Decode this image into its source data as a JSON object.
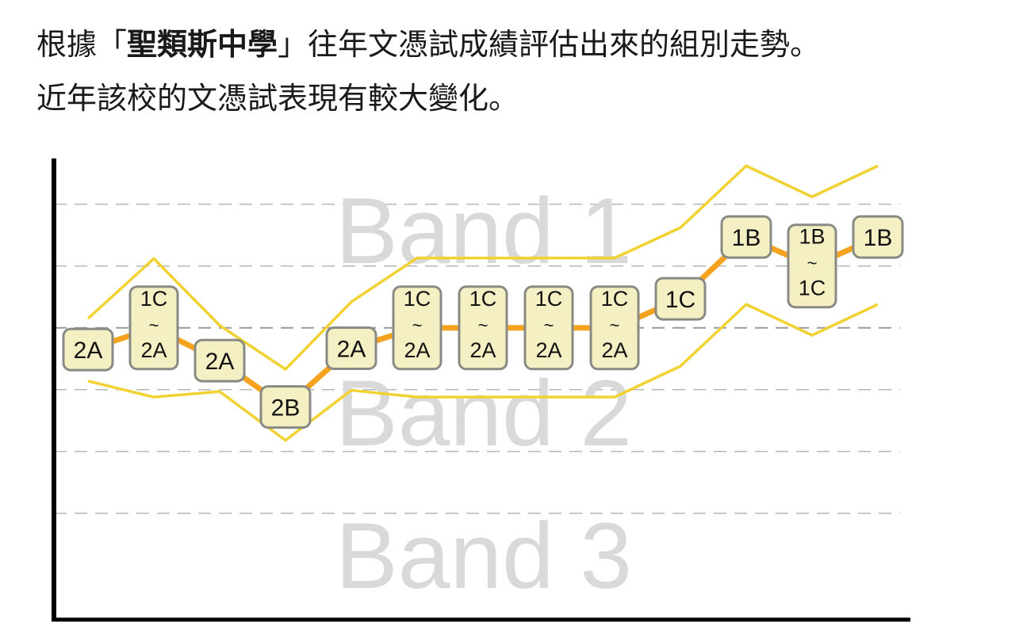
{
  "text": {
    "line1_prefix": "根據「",
    "school_name": "聖類斯中學",
    "line1_suffix": "」往年文憑試成績評估出來的組別走勢。",
    "line2": "近年該校的文憑試表現有較大變化。"
  },
  "chart_data": {
    "type": "line",
    "title": "",
    "xlabel": "",
    "ylabel": "",
    "x": [
      0,
      1,
      2,
      3,
      4,
      5,
      6,
      7,
      8,
      9,
      10,
      11,
      12
    ],
    "ylim": [
      -1.72,
      5.74
    ],
    "grid": true,
    "gridlines": [
      5,
      4,
      3,
      2,
      1,
      0
    ],
    "band_labels": [
      {
        "text": "Band 1",
        "y": 4.3
      },
      {
        "text": "Band 2",
        "y": 1.35
      },
      {
        "text": "Band 3",
        "y": -0.95
      }
    ],
    "series": [
      {
        "name": "upper",
        "color": "#f2d233",
        "values": [
          3.15,
          4.12,
          3.04,
          2.33,
          3.42,
          4.13,
          4.13,
          4.13,
          4.13,
          4.62,
          5.62,
          5.12,
          5.62
        ]
      },
      {
        "name": "lower",
        "color": "#f2d233",
        "values": [
          2.14,
          1.88,
          1.97,
          1.18,
          1.99,
          1.88,
          1.88,
          1.88,
          1.88,
          2.38,
          3.38,
          2.88,
          3.38
        ]
      },
      {
        "name": "band",
        "color": "#f5a31e",
        "values": [
          2.65,
          3.0,
          2.47,
          1.72,
          2.67,
          3.0,
          3.0,
          3.0,
          3.0,
          3.47,
          4.47,
          4.0,
          4.47
        ]
      }
    ],
    "point_labels": [
      [
        "2A"
      ],
      [
        "1C",
        "~",
        "2A"
      ],
      [
        "2A"
      ],
      [
        "2B"
      ],
      [
        "2A"
      ],
      [
        "1C",
        "~",
        "2A"
      ],
      [
        "1C",
        "~",
        "2A"
      ],
      [
        "1C",
        "~",
        "2A"
      ],
      [
        "1C",
        "~",
        "2A"
      ],
      [
        "1C"
      ],
      [
        "1B"
      ],
      [
        "1B",
        "~",
        "1C"
      ],
      [
        "1B"
      ]
    ],
    "colors": {
      "box_fill": "#f4f0c4",
      "box_stroke": "#8a8a84",
      "grid": "#9a9a9a",
      "axis": "#000000"
    }
  }
}
